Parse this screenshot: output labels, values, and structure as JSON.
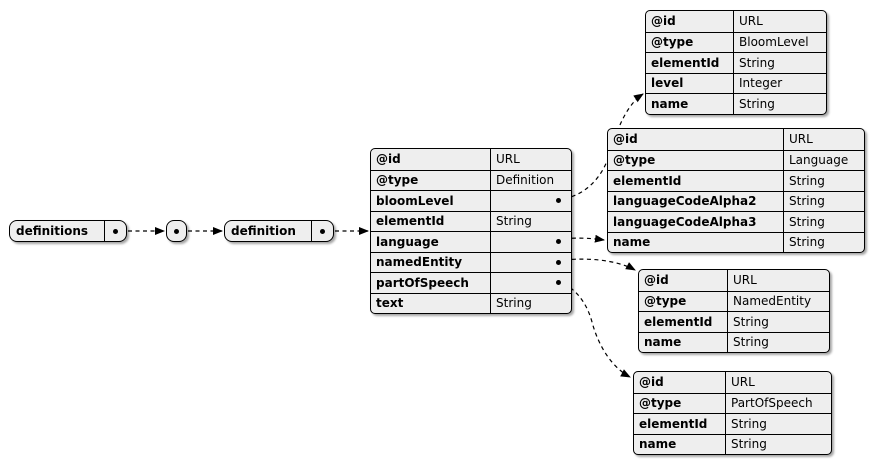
{
  "diagram": {
    "kind": "json-schema-entity-diagram",
    "colors": {
      "node_fill": "#eeeeee",
      "border": "#000000",
      "background": "#ffffff"
    },
    "chain": {
      "root": {
        "label": "definitions"
      },
      "array_item": {
        "label": ""
      },
      "item": {
        "label": "definition"
      }
    },
    "tables": {
      "definition": {
        "rows": [
          {
            "key": "@id",
            "value": "URL",
            "ref": false
          },
          {
            "key": "@type",
            "value": "Definition",
            "ref": false
          },
          {
            "key": "bloomLevel",
            "value": "",
            "ref": true
          },
          {
            "key": "elementId",
            "value": "String",
            "ref": false
          },
          {
            "key": "language",
            "value": "",
            "ref": true
          },
          {
            "key": "namedEntity",
            "value": "",
            "ref": true
          },
          {
            "key": "partOfSpeech",
            "value": "",
            "ref": true
          },
          {
            "key": "text",
            "value": "String",
            "ref": false
          }
        ]
      },
      "bloomLevel": {
        "rows": [
          {
            "key": "@id",
            "value": "URL",
            "ref": false
          },
          {
            "key": "@type",
            "value": "BloomLevel",
            "ref": false
          },
          {
            "key": "elementId",
            "value": "String",
            "ref": false
          },
          {
            "key": "level",
            "value": "Integer",
            "ref": false
          },
          {
            "key": "name",
            "value": "String",
            "ref": false
          }
        ]
      },
      "language": {
        "rows": [
          {
            "key": "@id",
            "value": "URL",
            "ref": false
          },
          {
            "key": "@type",
            "value": "Language",
            "ref": false
          },
          {
            "key": "elementId",
            "value": "String",
            "ref": false
          },
          {
            "key": "languageCodeAlpha2",
            "value": "String",
            "ref": false
          },
          {
            "key": "languageCodeAlpha3",
            "value": "String",
            "ref": false
          },
          {
            "key": "name",
            "value": "String",
            "ref": false
          }
        ]
      },
      "namedEntity": {
        "rows": [
          {
            "key": "@id",
            "value": "URL",
            "ref": false
          },
          {
            "key": "@type",
            "value": "NamedEntity",
            "ref": false
          },
          {
            "key": "elementId",
            "value": "String",
            "ref": false
          },
          {
            "key": "name",
            "value": "String",
            "ref": false
          }
        ]
      },
      "partOfSpeech": {
        "rows": [
          {
            "key": "@id",
            "value": "URL",
            "ref": false
          },
          {
            "key": "@type",
            "value": "PartOfSpeech",
            "ref": false
          },
          {
            "key": "elementId",
            "value": "String",
            "ref": false
          },
          {
            "key": "name",
            "value": "String",
            "ref": false
          }
        ]
      }
    },
    "connections": [
      {
        "from": "definitions",
        "to": "array-item"
      },
      {
        "from": "array-item",
        "to": "definition"
      },
      {
        "from": "definition",
        "to": "definition-table"
      },
      {
        "from": "definition.bloomLevel",
        "to": "bloomLevel-table"
      },
      {
        "from": "definition.language",
        "to": "language-table"
      },
      {
        "from": "definition.namedEntity",
        "to": "namedEntity-table"
      },
      {
        "from": "definition.partOfSpeech",
        "to": "partOfSpeech-table"
      }
    ]
  }
}
